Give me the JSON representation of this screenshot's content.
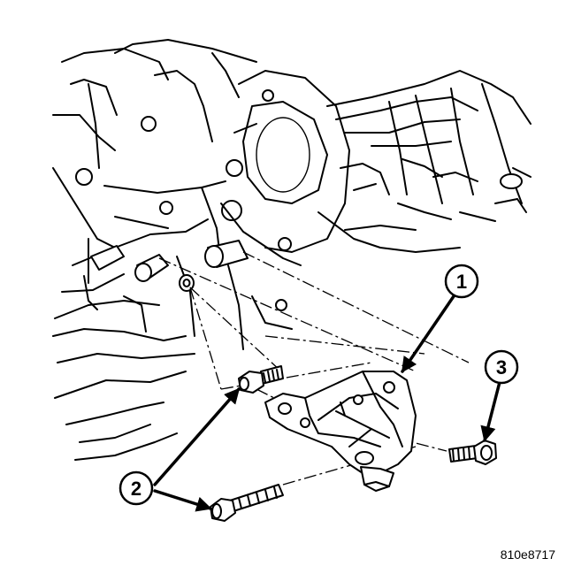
{
  "callouts": [
    {
      "id": "1",
      "label": "1"
    },
    {
      "id": "2",
      "label": "2"
    },
    {
      "id": "3",
      "label": "3"
    }
  ],
  "figure_id": "810e8717",
  "colors": {
    "line": "#000000",
    "background": "#ffffff"
  }
}
